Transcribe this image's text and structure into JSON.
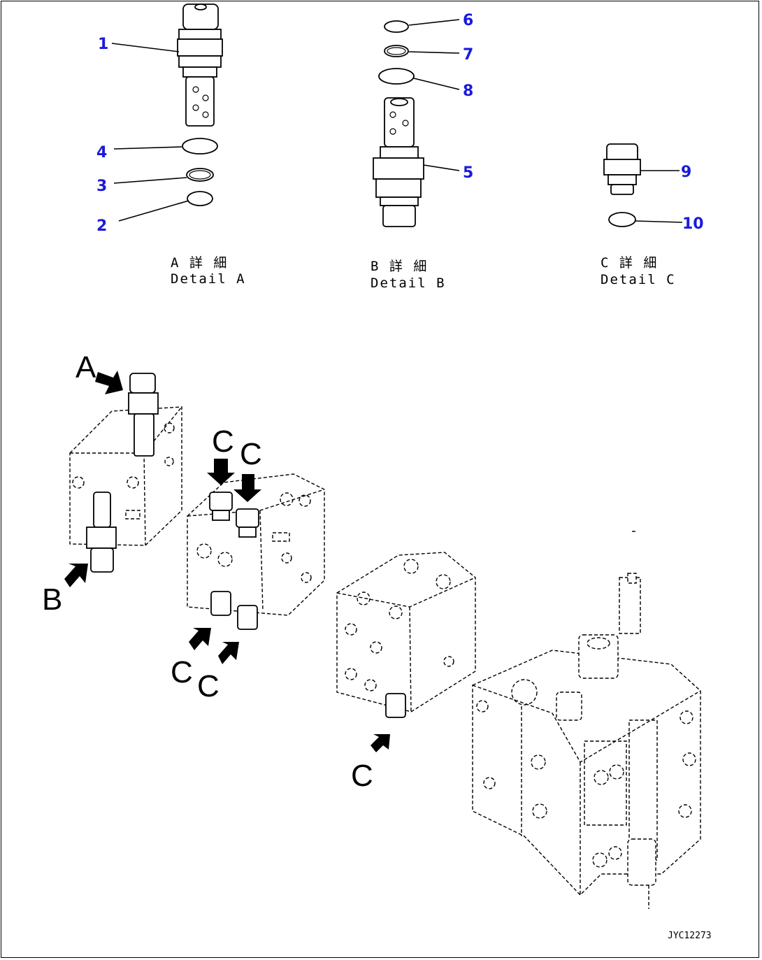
{
  "callouts": [
    "1",
    "2",
    "3",
    "4",
    "5",
    "6",
    "7",
    "8",
    "9",
    "10"
  ],
  "details": {
    "a": {
      "jp": "A 詳 細",
      "en": "Detail A"
    },
    "b": {
      "jp": "B 詳 細",
      "en": "Detail B"
    },
    "c": {
      "jp": "C 詳 細",
      "en": "Detail C"
    }
  },
  "view_labels": {
    "a": "A",
    "b": "B",
    "c1": "C",
    "c2": "C",
    "c3": "C",
    "c4": "C",
    "c5": "C"
  },
  "drawing_code": "JYC12273"
}
